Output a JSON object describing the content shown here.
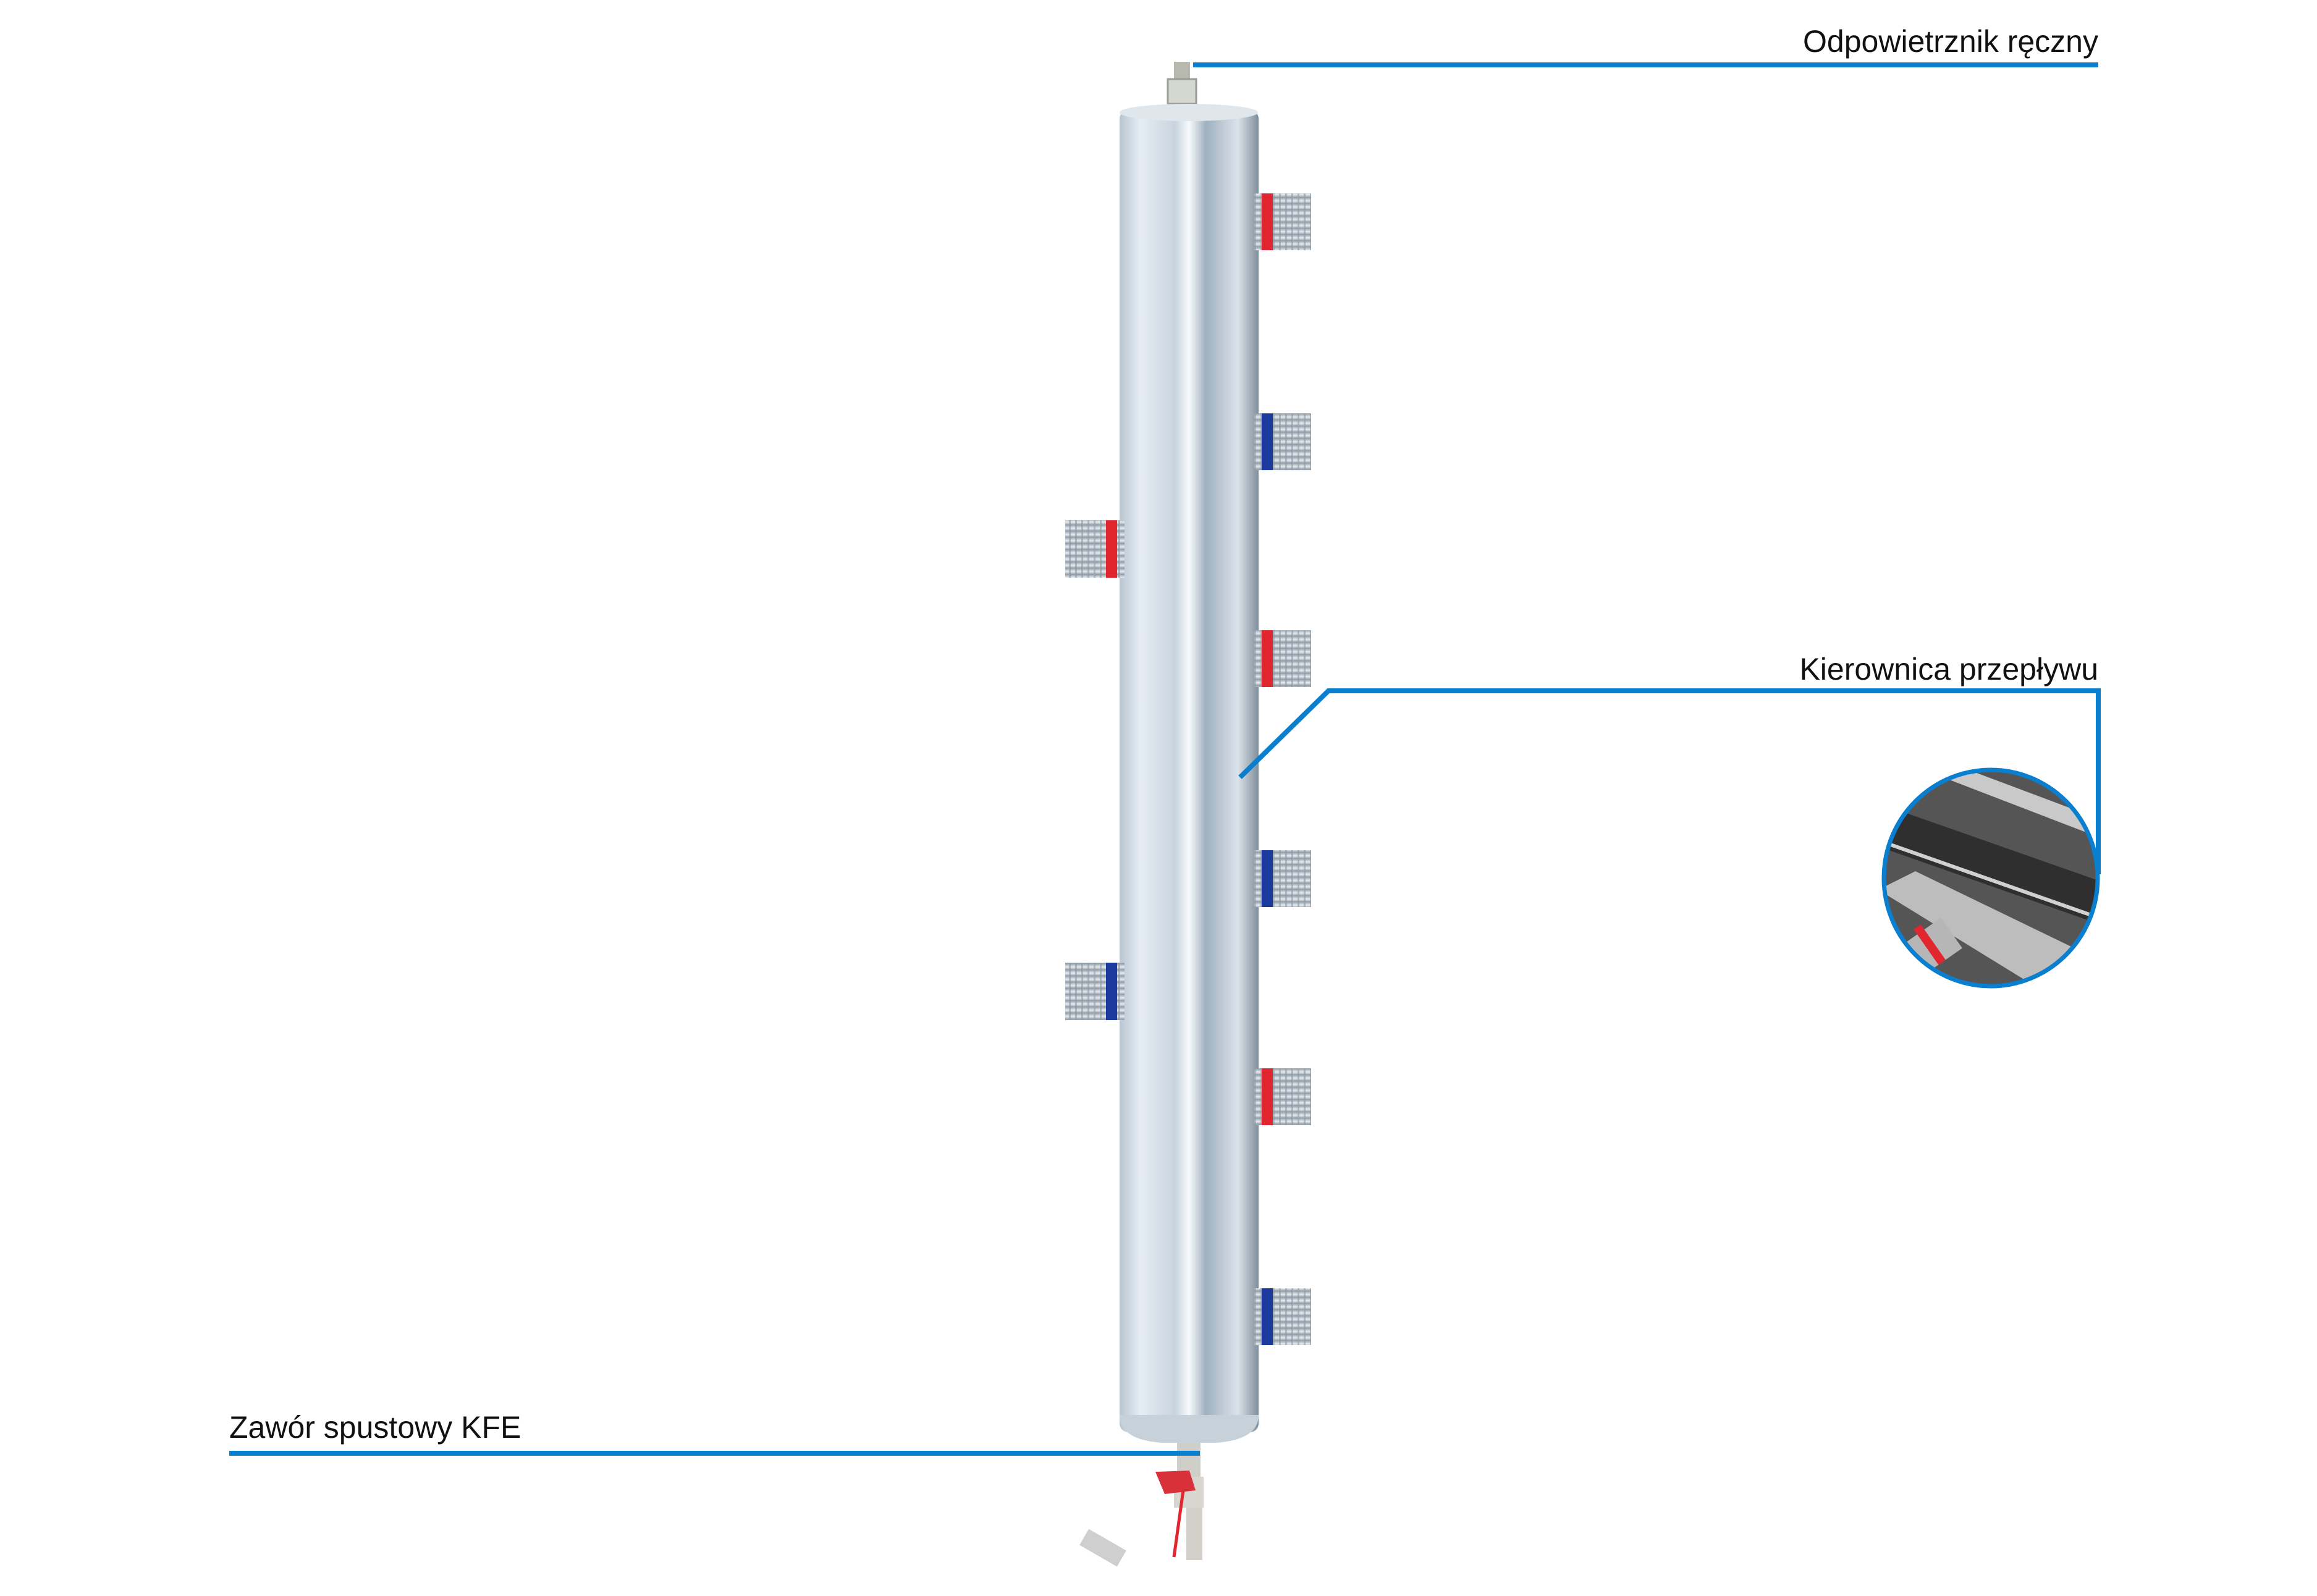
{
  "callouts": {
    "vent": "Odpowietrznik ręczny",
    "flow_guide": "Kierownica przepływu",
    "drain_valve": "Zawór spustowy KFE"
  },
  "colors": {
    "callout_line": "#0a7fcf",
    "hot": "#e0262e",
    "cold": "#1c3a9e"
  }
}
